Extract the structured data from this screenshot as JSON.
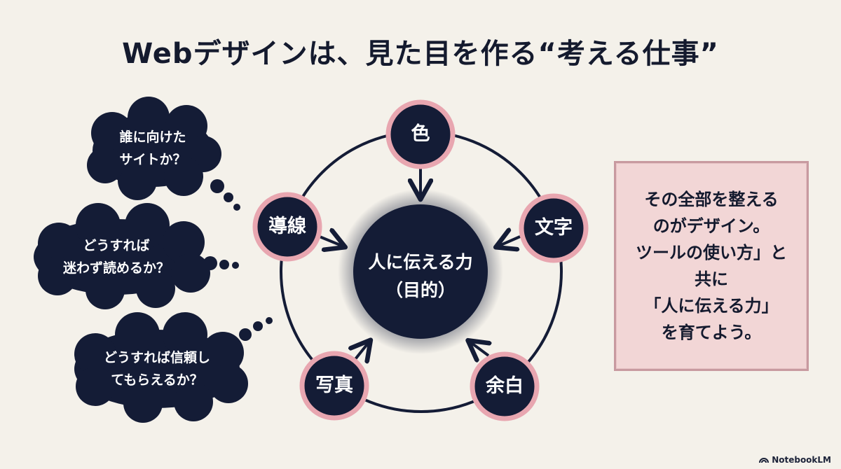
{
  "title": "Webデザインは、見た目を作る“考える仕事”",
  "center": {
    "line1": "人に伝える力",
    "line2": "（目的）"
  },
  "nodes": {
    "color": "色",
    "typography": "文字",
    "whitespace": "余白",
    "photo": "写真",
    "flow": "導線"
  },
  "thought_bubbles": [
    {
      "line1": "誰に向けた",
      "line2": "サイトか？"
    },
    {
      "line1": "どうすれば",
      "line2": "迷わず読めるか？"
    },
    {
      "line1": "どうすれば信頼し",
      "line2": "てもらえるか？"
    }
  ],
  "message": [
    "その全部を整える",
    "のがデザイン。",
    "ツールの使い方」と",
    "共に",
    "「人に伝える力」",
    "を育てよう。"
  ],
  "brand": "NotebookLM",
  "colors": {
    "navy": "#141c36",
    "background": "#f4f1ea",
    "node_glow": "#e8a6b0",
    "message_bg": "#f2d6d6",
    "message_border": "#c89aa0"
  }
}
